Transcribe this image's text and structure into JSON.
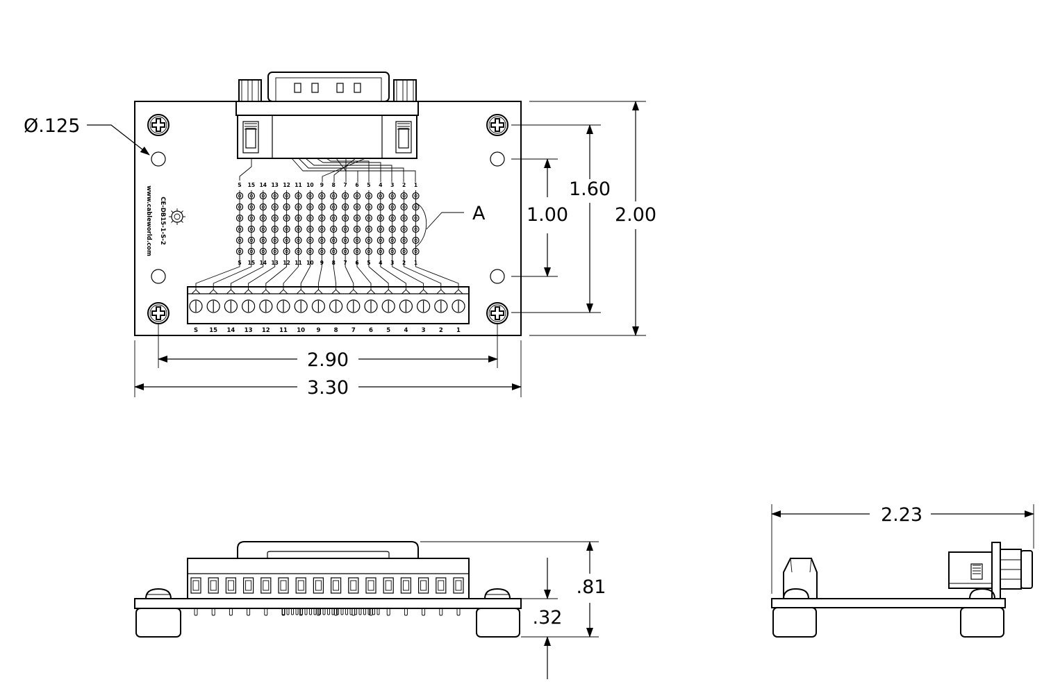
{
  "dimensions": {
    "hole_diameter": "Ø.125",
    "detail_label": "A",
    "inner_hole_spacing": "1.00",
    "mount_hole_spacing_v": "1.60",
    "board_height": "2.00",
    "mount_hole_spacing_h": "2.90",
    "board_width": "3.30",
    "side_depth": "2.23",
    "overall_height": ".81",
    "standoff_height": ".32"
  },
  "pin_labels_top": [
    "S",
    "15",
    "14",
    "13",
    "12",
    "11",
    "10",
    "9",
    "8",
    "7",
    "6",
    "5",
    "4",
    "3",
    "2",
    "1"
  ],
  "pin_labels_bottom": [
    "S",
    "15",
    "14",
    "13",
    "12",
    "11",
    "10",
    "9",
    "8",
    "7",
    "6",
    "5",
    "4",
    "3",
    "2",
    "1"
  ],
  "terminal_labels": [
    "S",
    "15",
    "14",
    "13",
    "12",
    "11",
    "10",
    "9",
    "8",
    "7",
    "6",
    "5",
    "4",
    "3",
    "2",
    "1"
  ],
  "board_text": {
    "website": "www.cableworld.com",
    "part_number": "CE-DB15-1-S-2"
  }
}
